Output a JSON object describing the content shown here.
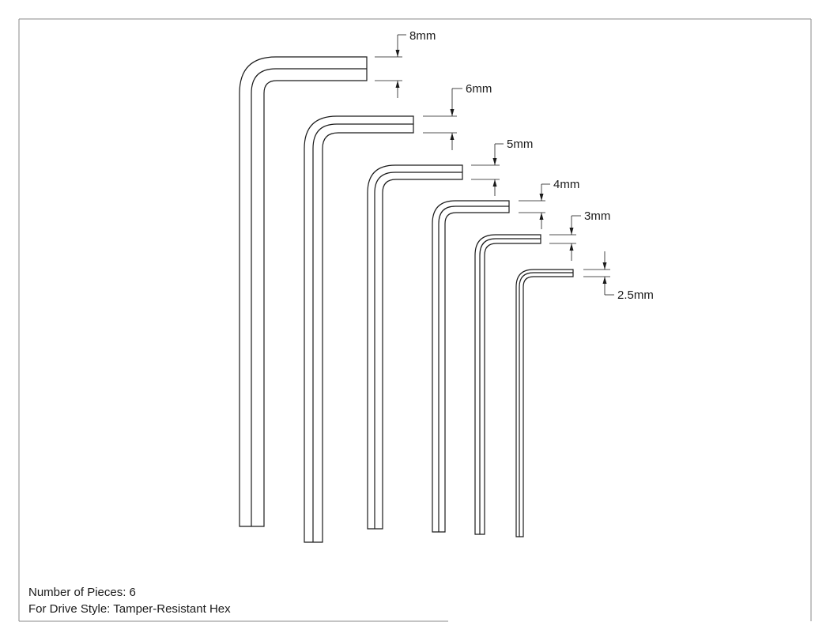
{
  "notes": {
    "pieces": "Number of Pieces: 6",
    "drive_style": "For Drive Style: Tamper-Resistant Hex"
  },
  "keys": [
    {
      "size_label": "8mm"
    },
    {
      "size_label": "6mm"
    },
    {
      "size_label": "5mm"
    },
    {
      "size_label": "4mm"
    },
    {
      "size_label": "3mm"
    },
    {
      "size_label": "2.5mm"
    }
  ]
}
